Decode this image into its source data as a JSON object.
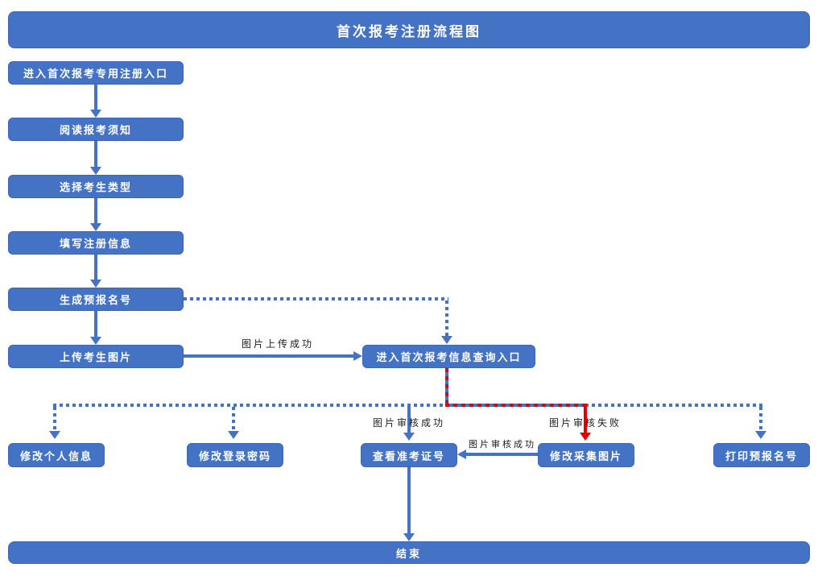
{
  "title": "首次报考注册流程图",
  "colors": {
    "accent_blue": "#4472C4",
    "fail_red": "#E80000",
    "box_text": "#ffffff",
    "label_text": "#1b1b1b"
  },
  "nodes": {
    "start_entry": "进入首次报考专用注册入口",
    "read_notice": "阅读报考须知",
    "select_type": "选择考生类型",
    "fill_info": "填写注册信息",
    "generate_id": "生成预报名号",
    "upload_photo": "上传考生图片",
    "query_entry": "进入首次报考信息查询入口",
    "edit_personal": "修改个人信息",
    "edit_password": "修改登录密码",
    "view_ticket": "查看准考证号",
    "edit_photo": "修改采集图片",
    "print_id": "打印预报名号",
    "end": "结束"
  },
  "edge_labels": {
    "upload_success": "图片上传成功",
    "review_success_down": "图片审核成功",
    "review_fail": "图片审核失败",
    "review_success_back": "图片审核成功"
  }
}
